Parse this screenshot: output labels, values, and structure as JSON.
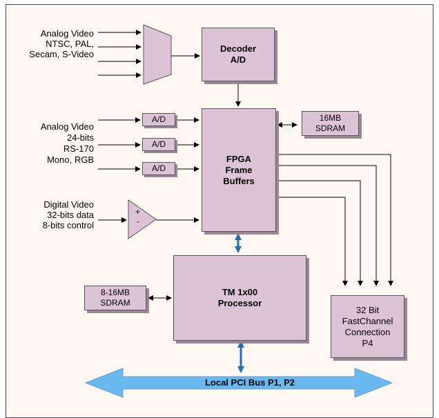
{
  "inputs": {
    "analog_video_composite": [
      "Analog Video",
      "NTSC, PAL,",
      "Secam, S-Video"
    ],
    "analog_video_rgb": [
      "Analog Video",
      "24-bits",
      "RS-170",
      "Mono, RGB"
    ],
    "digital_video": [
      "Digital Video",
      "32-bits data",
      "8-bits control"
    ]
  },
  "blocks": {
    "decoder": "Decoder\nA/D",
    "ad_label": "A/D",
    "sdram_16": "16MB\nSDRAM",
    "fpga": "FPGA\nFrame\nBuffers",
    "tm_processor": "TM 1x00\nProcessor",
    "sdram_8_16": "8-16MB\nSDRAM",
    "fastchannel": "32 Bit\nFastChannel\nConnection\nP4"
  },
  "diff_amp": {
    "plus": "+",
    "minus": "-"
  },
  "bus": {
    "label": "Local PCI Bus  P1, P2"
  },
  "colors": {
    "block_fill": "#dcc3d6",
    "block_shadow": "#9b8794",
    "bus_fill": "#6ab8f0",
    "bus_arrow": "#1f6fb5",
    "background": "#fff7f1"
  }
}
